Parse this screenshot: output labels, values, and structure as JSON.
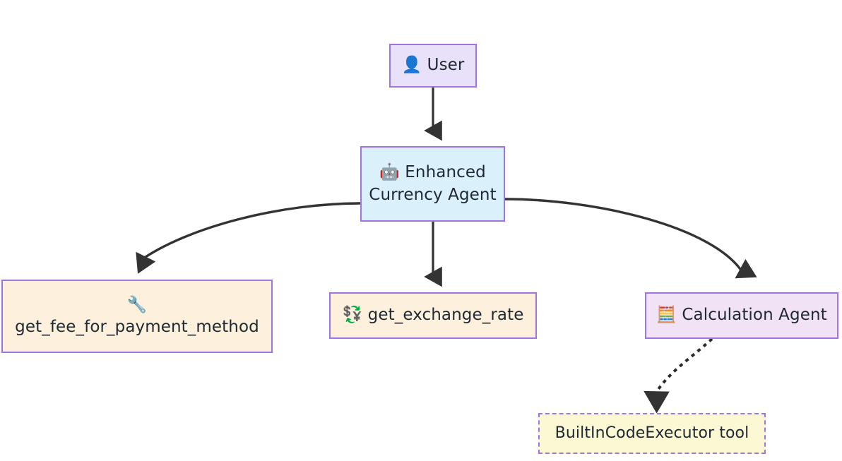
{
  "diagram": {
    "type": "flowchart",
    "direction": "top-down",
    "background": "#ffffff",
    "edge_color": "#333333",
    "border_color": "#9f74e3",
    "nodes": [
      {
        "id": "user",
        "label": "👤 User",
        "icon": "person-icon",
        "icon_glyph": "👤",
        "text": "User",
        "fill": "#e8e1f9",
        "border_style": "solid"
      },
      {
        "id": "agent",
        "label": "🤖 Enhanced\nCurrency Agent",
        "icon": "robot-icon",
        "icon_glyph": "🤖",
        "text": "Enhanced\nCurrency Agent",
        "fill": "#daf0fb",
        "border_style": "solid"
      },
      {
        "id": "fee",
        "label": "🔧\nget_fee_for_payment_method",
        "icon": "wrench-icon",
        "icon_glyph": "🔧",
        "text": "get_fee_for_payment_method",
        "fill": "#fdf0dd",
        "border_style": "solid"
      },
      {
        "id": "rate",
        "label": "💱 get_exchange_rate",
        "icon": "currency-exchange-icon",
        "icon_glyph": "💱",
        "text": "get_exchange_rate",
        "fill": "#fdf0dd",
        "border_style": "solid"
      },
      {
        "id": "calc",
        "label": "🧮 Calculation Agent",
        "icon": "abacus-icon",
        "icon_glyph": "🧮",
        "text": "Calculation Agent",
        "fill": "#f1e2f6",
        "border_style": "solid"
      },
      {
        "id": "exec",
        "label": "BuiltInCodeExecutor tool",
        "icon": null,
        "icon_glyph": "",
        "text": "BuiltInCodeExecutor tool",
        "fill": "#fbf8d3",
        "border_style": "dashed"
      }
    ],
    "edges": [
      {
        "from": "user",
        "to": "agent",
        "style": "solid",
        "arrow": "triangle",
        "label": ""
      },
      {
        "from": "agent",
        "to": "fee",
        "style": "solid",
        "arrow": "triangle",
        "label": ""
      },
      {
        "from": "agent",
        "to": "rate",
        "style": "solid",
        "arrow": "triangle",
        "label": ""
      },
      {
        "from": "agent",
        "to": "calc",
        "style": "solid",
        "arrow": "triangle",
        "label": ""
      },
      {
        "from": "calc",
        "to": "exec",
        "style": "dotted",
        "arrow": "triangle",
        "label": ""
      }
    ]
  }
}
